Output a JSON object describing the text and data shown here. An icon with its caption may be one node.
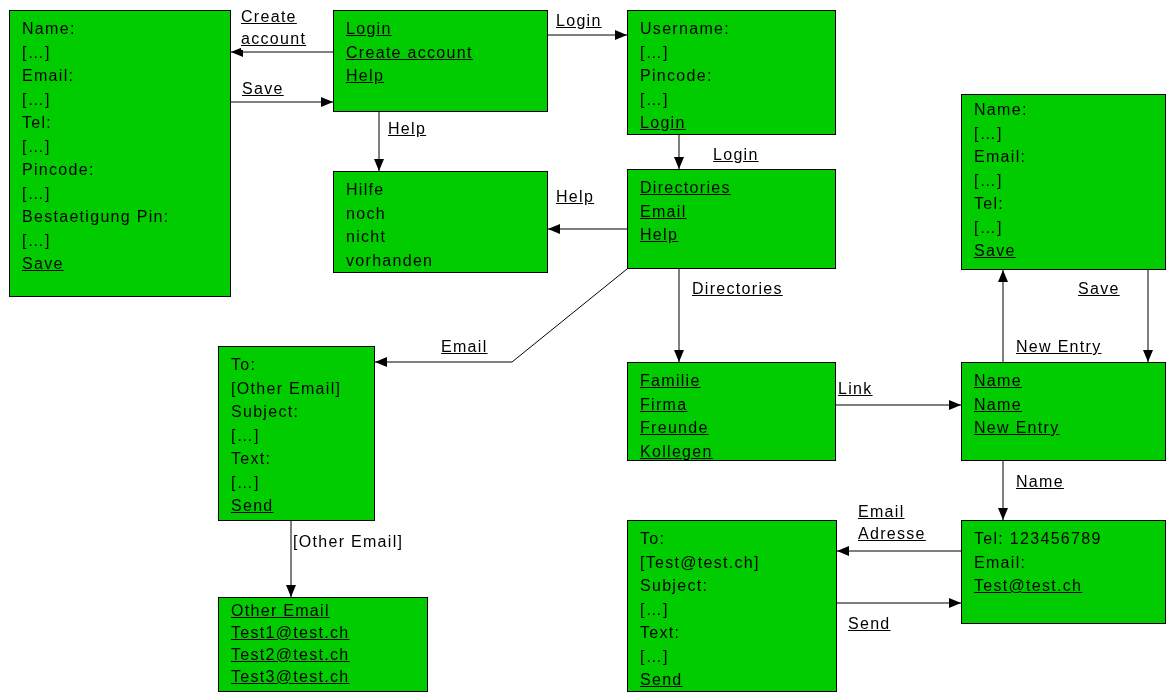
{
  "diagram": {
    "nodes": [
      {
        "text": [
          "Name:",
          "[…]",
          "Email:",
          "[…]",
          "Tel:",
          "[…]",
          "Pincode:",
          "[…]",
          "Bestaetigung Pin:",
          "[…]",
          "Save"
        ]
      },
      {
        "text": [
          "Login",
          "Create account",
          "Help"
        ]
      },
      {
        "text": [
          "Username:",
          "[…]",
          "Pincode:",
          "[…]",
          "Login"
        ]
      },
      {
        "text": [
          "Name:",
          "[…]",
          "Email:",
          "[…]",
          "Tel:",
          "[…]",
          "Save"
        ]
      },
      {
        "text": [
          "Hilfe noch nicht vorhanden"
        ]
      },
      {
        "text": [
          "Directories",
          "Email",
          "Help"
        ]
      },
      {
        "text": [
          "To:",
          "[Other Email]",
          "Subject:",
          "[…]",
          "Text:",
          "[…]",
          "Send"
        ]
      },
      {
        "text": [
          "Familie",
          "Firma",
          "Freunde",
          "Kollegen"
        ]
      },
      {
        "text": [
          "Name",
          "Name",
          "New Entry"
        ]
      },
      {
        "text": [
          "To:",
          "[Test@test.ch]",
          "Subject:",
          "[…]",
          "Text:",
          "[…]",
          "Send"
        ]
      },
      {
        "text": [
          "Tel: 123456789",
          "Email:",
          "Test@test.ch"
        ]
      },
      {
        "text": [
          "Other Email",
          "Test1@test.ch",
          "Test2@test.ch",
          "Test3@test.ch"
        ]
      }
    ],
    "edges": [
      {
        "from": 1,
        "to": 0,
        "arrow": "to",
        "label": "Create account"
      },
      {
        "from": 0,
        "to": 1,
        "arrow": "to",
        "label": "Save"
      },
      {
        "from": 1,
        "to": 2,
        "arrow": "to",
        "label": "Login"
      },
      {
        "from": 1,
        "to": 4,
        "arrow": "to",
        "label": "Help"
      },
      {
        "from": 2,
        "to": 5,
        "arrow": "to",
        "label": "Login"
      },
      {
        "from": 5,
        "to": 4,
        "arrow": "to",
        "label": "Help"
      },
      {
        "from": 5,
        "to": 6,
        "arrow": "to",
        "label": "Email"
      },
      {
        "from": 5,
        "to": 7,
        "arrow": "to",
        "label": "Directories"
      },
      {
        "from": 7,
        "to": 8,
        "arrow": "to",
        "label": "Link"
      },
      {
        "from": 8,
        "to": 3,
        "arrow": "to",
        "label": "New Entry"
      },
      {
        "from": 3,
        "to": 8,
        "arrow": "to",
        "label": "Save"
      },
      {
        "from": 8,
        "to": 10,
        "arrow": "to",
        "label": "Name"
      },
      {
        "from": 10,
        "to": 9,
        "arrow": "to",
        "label": "Email Adresse"
      },
      {
        "from": 9,
        "to": 10,
        "arrow": "to",
        "label": "Send"
      },
      {
        "from": 6,
        "to": 11,
        "arrow": "to",
        "label": "[Other Email]"
      }
    ]
  }
}
